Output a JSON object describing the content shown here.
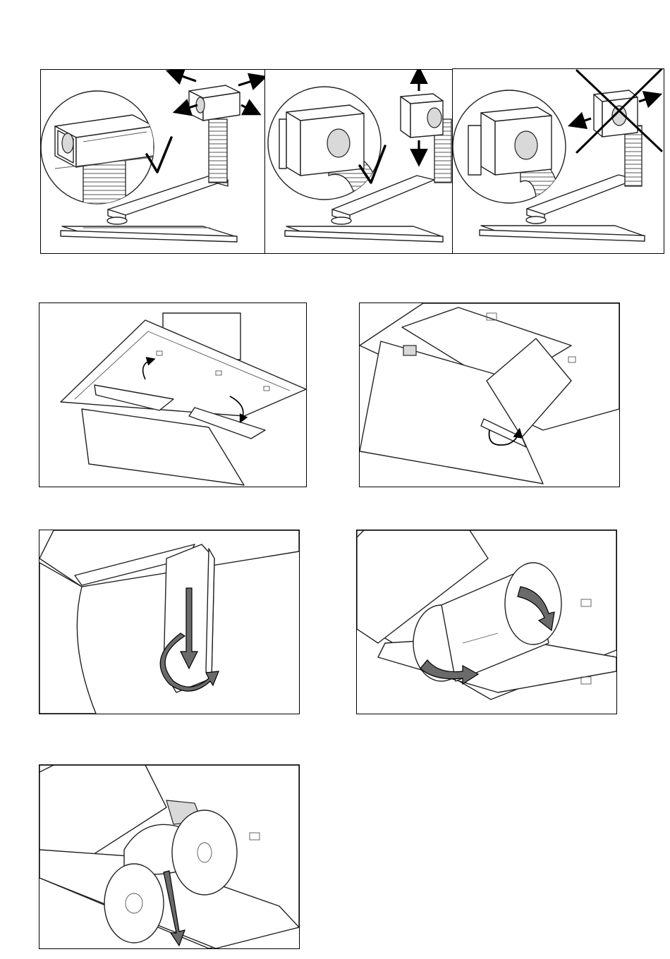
{
  "page": {
    "figures": [
      {
        "id": "fig-1a",
        "kind": "installation-correct",
        "marker": "check"
      },
      {
        "id": "fig-1b",
        "kind": "installation-correct",
        "marker": "check"
      },
      {
        "id": "fig-1c",
        "kind": "installation-incorrect",
        "marker": "cross"
      },
      {
        "id": "fig-2",
        "kind": "open-grease-filter-panel"
      },
      {
        "id": "fig-3",
        "kind": "unhinge-panel"
      },
      {
        "id": "fig-4",
        "kind": "slide-filter-down"
      },
      {
        "id": "fig-5",
        "kind": "rotate-blower-housing"
      },
      {
        "id": "fig-6",
        "kind": "remove-blower-wheel"
      }
    ]
  }
}
